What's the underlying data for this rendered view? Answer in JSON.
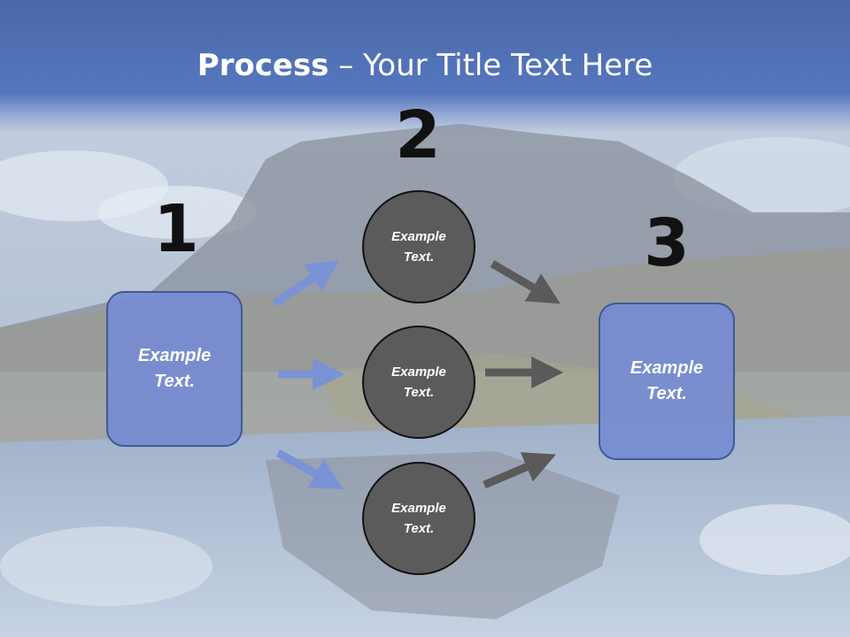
{
  "slide": {
    "title_bold": "Process",
    "title_rest": " – Your Title Text Here"
  },
  "steps": {
    "n1": "1",
    "n2": "2",
    "n3": "3"
  },
  "nodes": {
    "left_box": "Example Text.",
    "circle_top": "Example Text.",
    "circle_middle": "Example Text.",
    "circle_bottom": "Example Text.",
    "right_box": "Example Text."
  },
  "colors": {
    "title_band": "#5577be",
    "box_fill": "#768cd2",
    "circle_fill": "#5b5b5b",
    "arrow_blue": "#7a92d6",
    "arrow_gray": "#5a5a5a"
  }
}
